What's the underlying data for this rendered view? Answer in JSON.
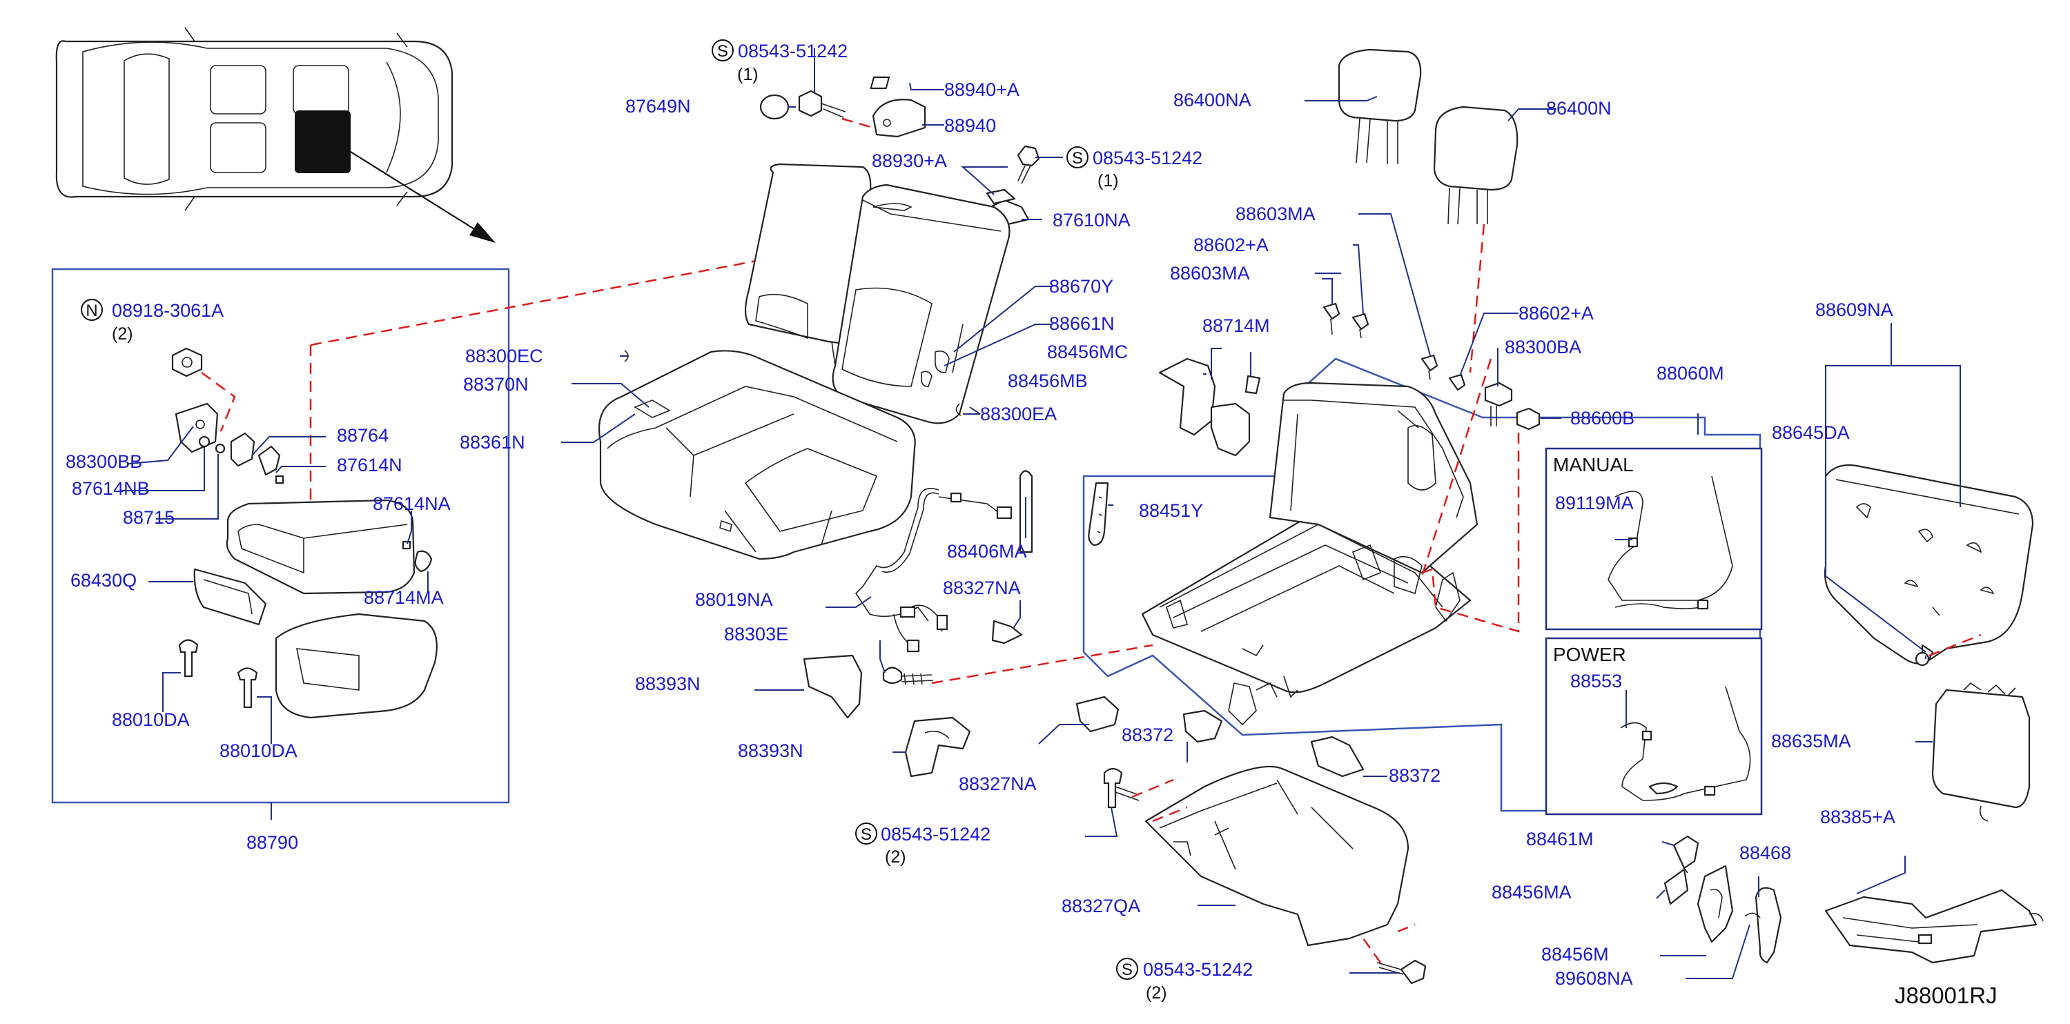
{
  "diagram": {
    "reference_code": "J88001RJ",
    "seat_marker_color": "#111111",
    "leader_color": "#1f2f88",
    "label_color": "#1a1acc",
    "dash_color": "#e01b1b"
  },
  "callouts": {
    "s1": {
      "symbol": "S",
      "part": "08543-51242",
      "qty": "(1)"
    },
    "s2": {
      "symbol": "S",
      "part": "08543-51242",
      "qty": "(1)"
    },
    "s3": {
      "symbol": "S",
      "part": "08543-51242",
      "qty": "(2)"
    },
    "s4": {
      "symbol": "S",
      "part": "08543-51242",
      "qty": "(2)"
    },
    "n1": {
      "symbol": "N",
      "part": "08918-3061A",
      "qty": "(2)"
    }
  },
  "parts": {
    "p87649N": "87649N",
    "p88940A": "88940+A",
    "p88940": "88940",
    "p88930A": "88930+A",
    "p87610NA": "87610NA",
    "p86400NA": "86400NA",
    "p86400N": "86400N",
    "p88603MA_1": "88603MA",
    "p88602A_1": "88602+A",
    "p88603MA_2": "88603MA",
    "p88602A_2": "88602+A",
    "p88300BA": "88300BA",
    "p88600B": "88600B",
    "p88060M": "88060M",
    "p88609NA": "88609NA",
    "p88645DA": "88645DA",
    "p88670Y": "88670Y",
    "p88661N": "88661N",
    "p88300EC": "88300EC",
    "p88370N": "88370N",
    "p88361N": "88361N",
    "p88300EA": "88300EA",
    "p88714M": "88714M",
    "p88456MC": "88456MC",
    "p88456MB": "88456MB",
    "p88451Y": "88451Y",
    "p88406MA": "88406MA",
    "p88019NA": "88019NA",
    "p88327NA_1": "88327NA",
    "p88303E": "88303E",
    "p88393N_1": "88393N",
    "p88393N_2": "88393N",
    "p88372_1": "88372",
    "p88372_2": "88372",
    "p88327NA_2": "88327NA",
    "p88327QA": "88327QA",
    "p89119MA": "89119MA",
    "p88553": "88553",
    "p88635MA": "88635MA",
    "p88385A": "88385+A",
    "p88461M": "88461M",
    "p88456MA": "88456MA",
    "p88468": "88468",
    "p88456M": "88456M",
    "p89608NA": "89608NA",
    "p88300BB": "88300BB",
    "p87614NB": "87614NB",
    "p88715": "88715",
    "p88764": "88764",
    "p87614N": "87614N",
    "p87614NA": "87614NA",
    "p68430Q": "68430Q",
    "p88714MA": "88714MA",
    "p88010DA_1": "88010DA",
    "p88010DA_2": "88010DA",
    "p88790": "88790"
  },
  "boxes": {
    "manual": "MANUAL",
    "power": "POWER"
  }
}
